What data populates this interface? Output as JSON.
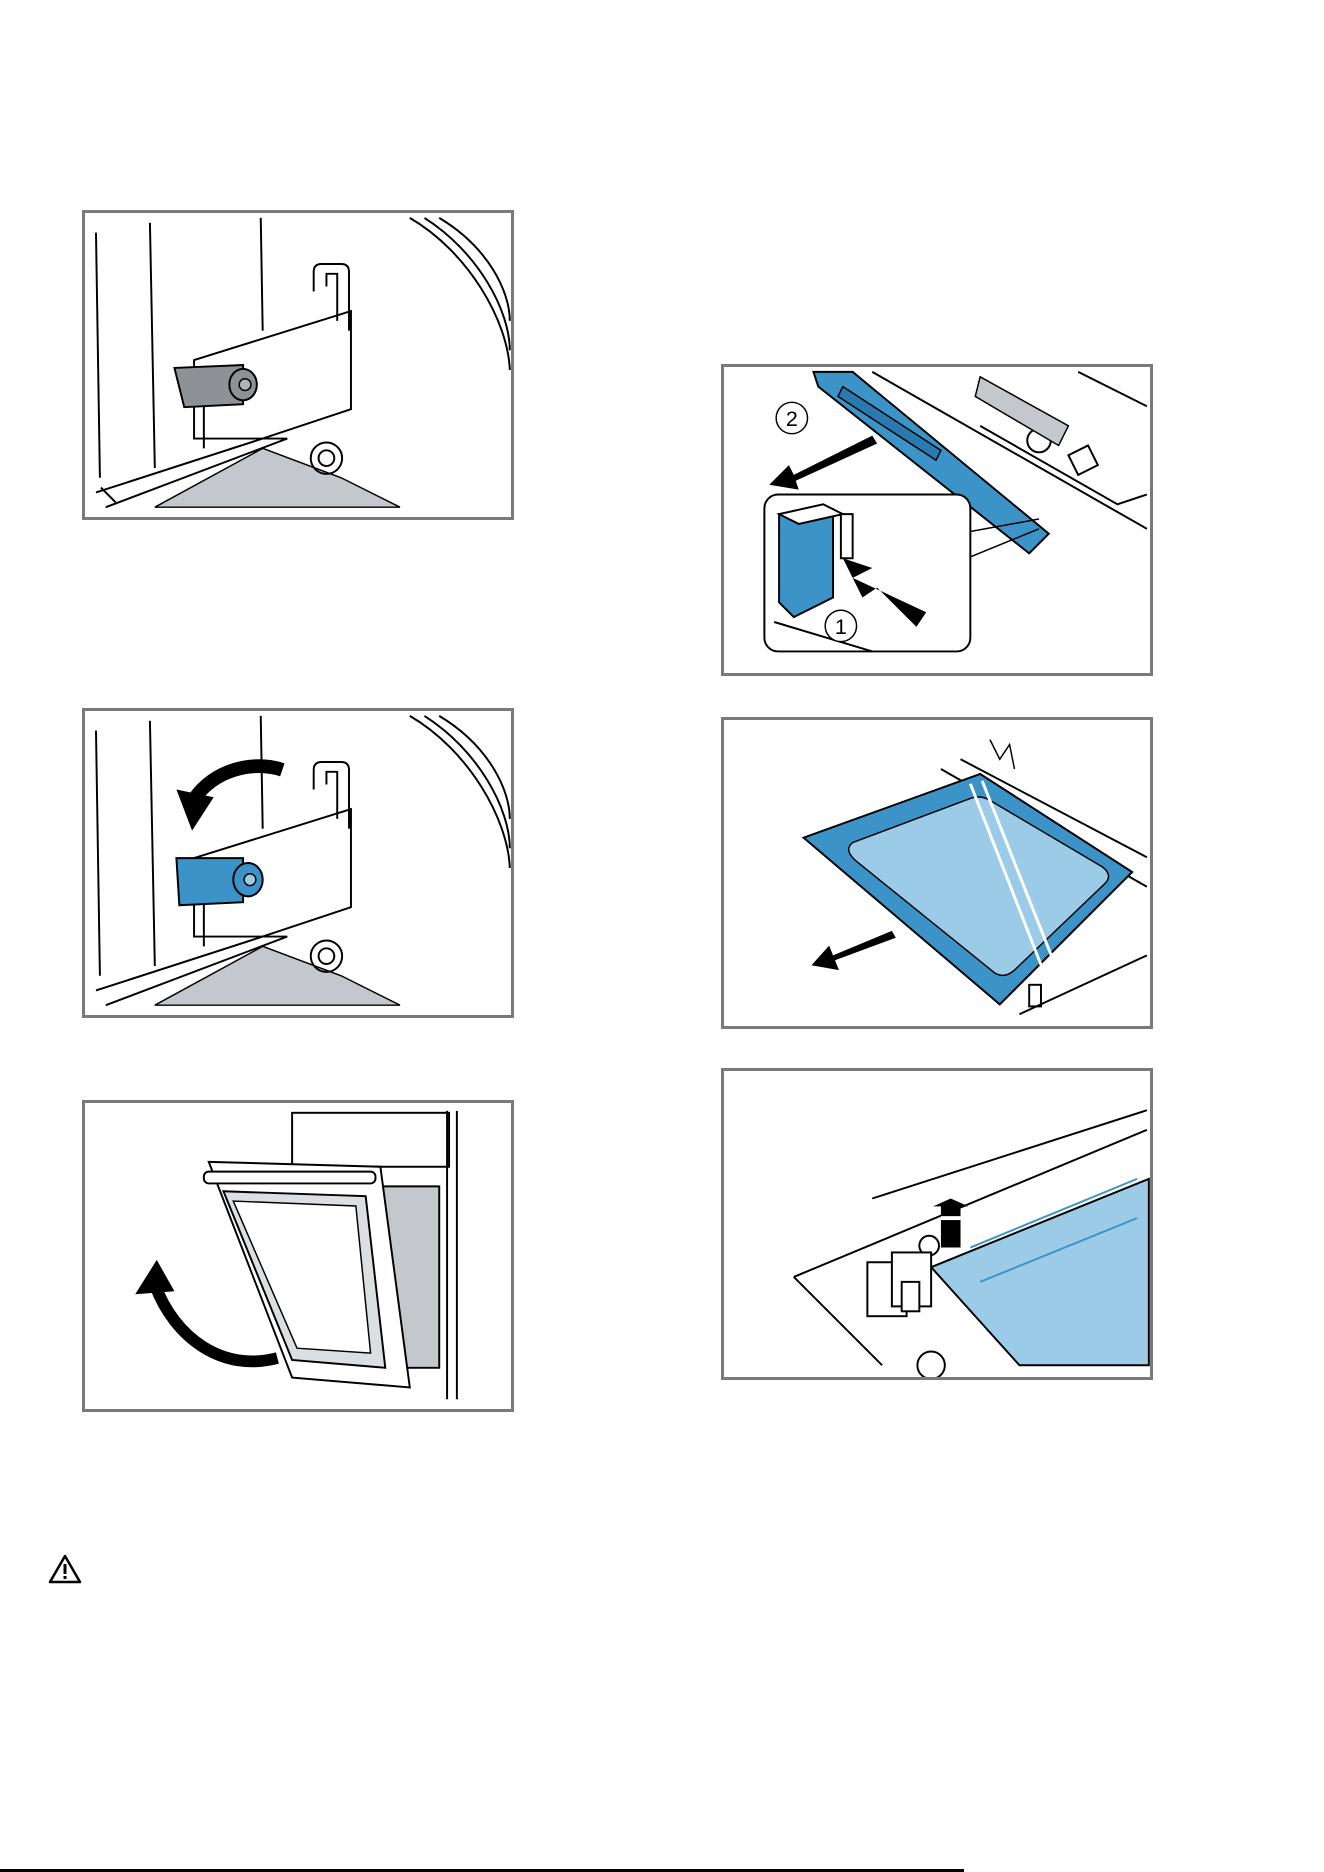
{
  "figures": [
    {
      "id": "hinge-lever-closed",
      "callouts": []
    },
    {
      "id": "glass-strip-removal",
      "callouts": [
        "2",
        "1"
      ]
    },
    {
      "id": "hinge-lever-opened",
      "callouts": []
    },
    {
      "id": "inner-pane-slide-out",
      "callouts": []
    },
    {
      "id": "door-lift-off",
      "callouts": []
    },
    {
      "id": "seal-lift-up",
      "callouts": []
    }
  ],
  "icons": {
    "warning": "warning-triangle-icon"
  },
  "colors": {
    "accent_blue": "#3b93c8",
    "light_blue": "#9ccbe8",
    "frame_gray": "#7a7a7a",
    "shade_gray": "#c4c8cc"
  }
}
